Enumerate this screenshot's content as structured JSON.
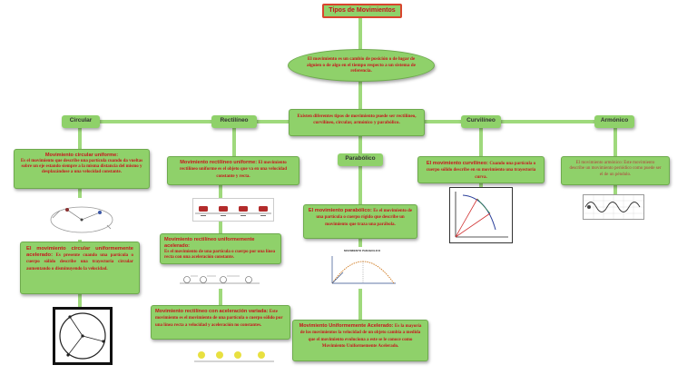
{
  "title": "Tipos de Movimientos",
  "definition": "El movimiento es un cambio de posición o de lugar de alguien o de algo en el tiempo respecto a un sistema de referencia.",
  "types_intro": "Existen diferentes tipos de movimiento puede ser rectilíneo, curvilíneo, circular, armónico y parabólico.",
  "categories": {
    "circular": "Circular",
    "rectilineo": "Rectilíneo",
    "parabolico": "Parabólico",
    "curvilineo": "Curvilíneo",
    "armonico": "Armónico"
  },
  "circular": {
    "mcu_title": "Movimiento circular uniforme:",
    "mcu_text": "Es el movimiento que describe una partícula cuando da vueltas sobre un eje estando siempre a la misma distancia del mismo y desplazándose a una velocidad constante.",
    "mcua_title": "El movimiento circular uniformemente acelerado:",
    "mcua_text": "Es presente cuando una partícula o cuerpo sólido describe una trayectoria circular aumentando o disminuyendo la velocidad."
  },
  "rectilineo": {
    "mru_title": "Movimiento rectilíneo uniforme:",
    "mru_text": "El movimiento rectilíneo uniforme es el objeto que va en una velocidad constante y recta.",
    "mrua_title": "Movimiento rectilíneo uniformemente acelerado:",
    "mrua_text": "Es el movimiento de una partícula o cuerpo por una línea recta con una aceleración constante.",
    "mrav_title": "Movimiento rectilíneo con aceleración variada:",
    "mrav_text": "Este movimiento es el movimiento de una partícula o cuerpo sólido por una línea recta a velocidad y aceleración no constantes."
  },
  "parabolico": {
    "mp_title": "El movimiento parabólico:",
    "mp_text": "Es el movimiento de una partícula o cuerpo rígido que describe un movimiento que traza una parábola.",
    "image_caption": "MOVIMIENTO PARABOLICO",
    "mua_title": "Movimiento Uniformemente Acelerado:",
    "mua_text": "Es la mayoría de los movimientos la velocidad de un objeto cambia a medida que el movimiento evoluciona a este se le conoce como Movimiento Uniformemente Acelerado."
  },
  "curvilineo": {
    "title": "El movimiento curvilíneo:",
    "text": "Cuando una partícula o cuerpo sólido describe en su movimiento una trayectoria curva."
  },
  "armonico": {
    "text": "El movimiento armónico: Este movimiento describe un movimiento periódico como puede ser el de un péndulo."
  },
  "colors": {
    "node_fill": "#8fd16a",
    "connector": "#9fd97c",
    "text_red": "#c8141c",
    "title_border": "#d9452e"
  }
}
